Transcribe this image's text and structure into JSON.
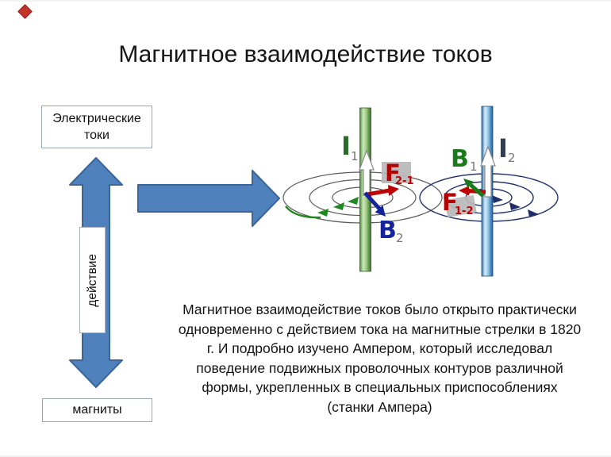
{
  "title": "Магнитное взаимодействие токов",
  "decor": {
    "corner_marker_color": "#c5342b"
  },
  "flow": {
    "top_box_line1": "Электрические",
    "top_box_line2": "токи",
    "vertical_arrow_label": "действие",
    "bottom_box": "магниты",
    "arrow_fill": "#4f81bd",
    "arrow_stroke": "#3a6598"
  },
  "diagram": {
    "labels": {
      "i1": {
        "base": "I",
        "sub": "1"
      },
      "i2": {
        "base": "I",
        "sub": "2"
      },
      "b1": {
        "base": "B",
        "sub": "1"
      },
      "b2": {
        "base": "B",
        "sub": "2"
      },
      "f21": {
        "base": "F",
        "sub": "2-1"
      },
      "f12": {
        "base": "F",
        "sub": "1-2"
      }
    },
    "colors": {
      "wire1_edge": "#4f8a40",
      "wire1_light": "#cde8b9",
      "wire1_dark": "#356b28",
      "wire2_edge": "#2a6cab",
      "wire2_light": "#d6ecfa",
      "wire2_dark": "#1c5c9c",
      "field1_line": "#5c5c5c",
      "field2_line": "#25356b",
      "field1_arrow": "#1f8a1f",
      "field2_arrow": "#1d2f66",
      "force": "#c00000",
      "b1_vector": "#1a7a1a",
      "b2_vector": "#16249b"
    }
  },
  "paragraph": {
    "lines": [
      "Магнитное взаимодействие токов было открыто практически",
      "одновременно с действием тока на магнитные стрелки в 1820",
      "г. И подробно изучено Ампером, который исследовал",
      "поведение подвижных проволочных контуров различной",
      "формы, укрепленных в специальных приспособлениях",
      "(станки Ампера)"
    ]
  }
}
